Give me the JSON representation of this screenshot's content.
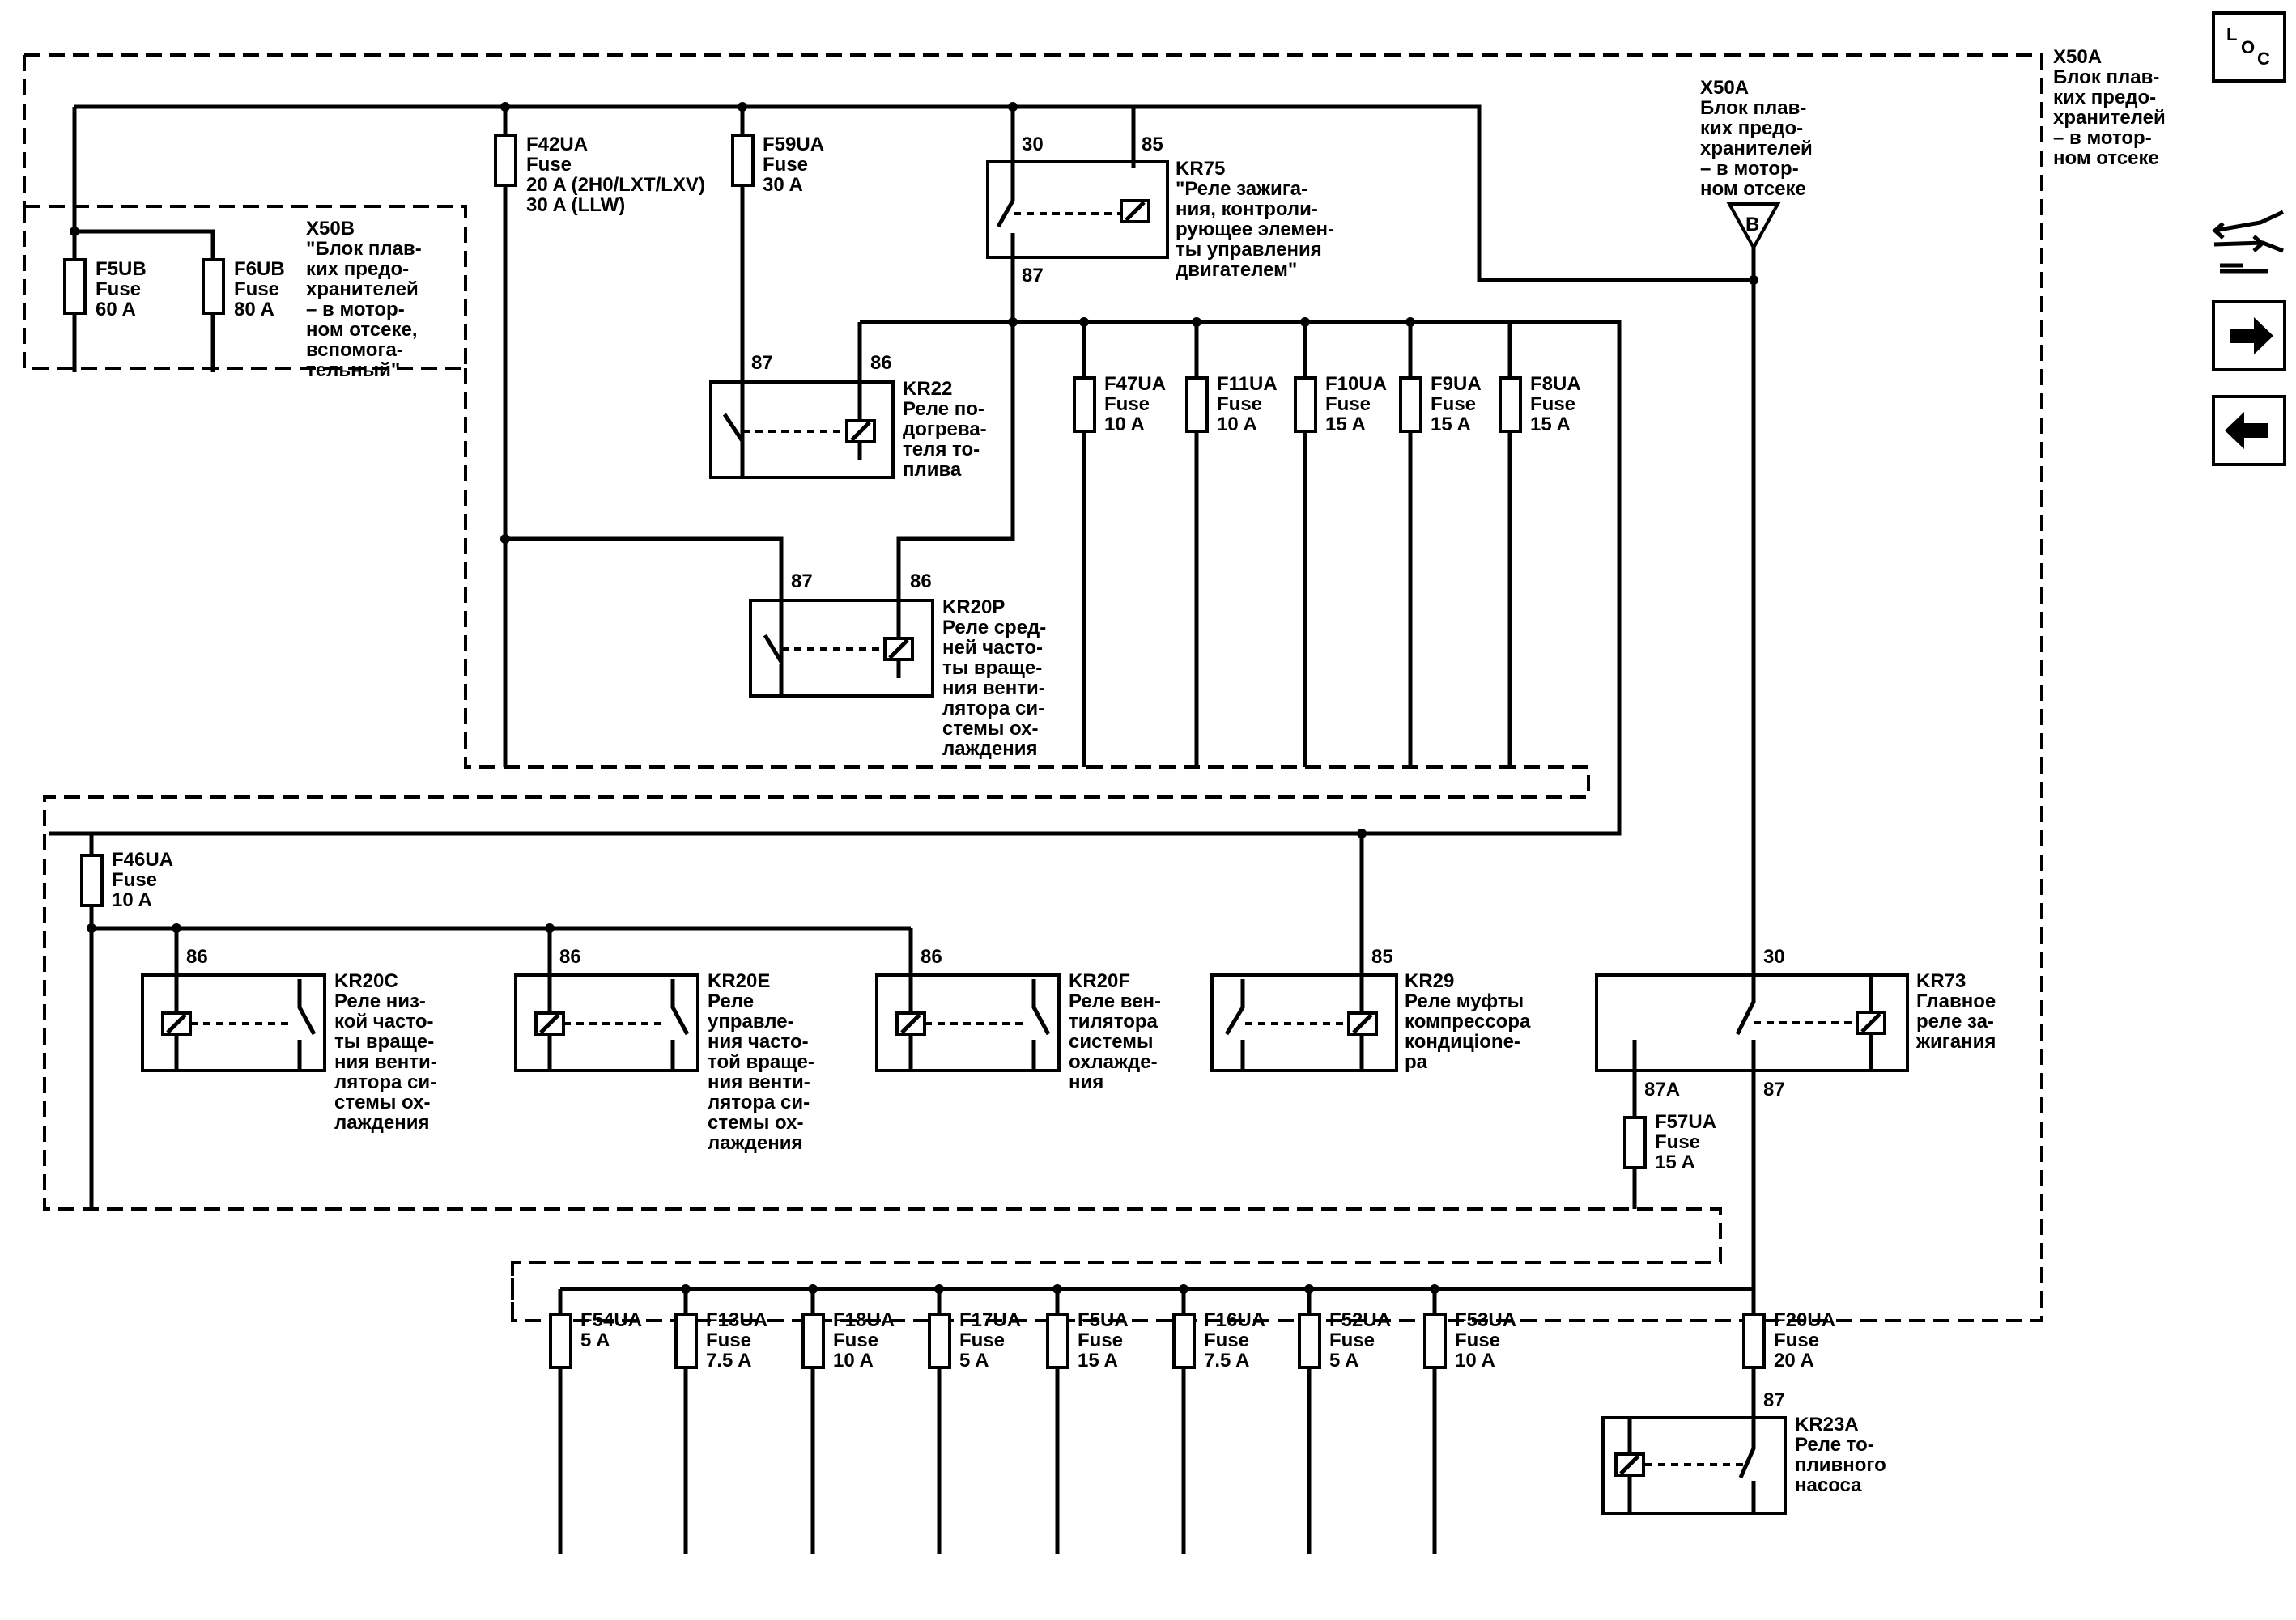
{
  "nav": {
    "loc": {
      "l": "L",
      "o": "O",
      "c": "C"
    },
    "icons": [
      "connector-wrench-icon",
      "forward-arrow-icon",
      "back-arrow-icon"
    ]
  },
  "enclosures": {
    "x50a": {
      "lines": [
        "X50A",
        "Блок плав-",
        "ких предо-",
        "хранителей",
        "– в мотор-",
        "ном отсеке"
      ]
    },
    "x50b": {
      "lines": [
        "X50B",
        "\"Блок плав-",
        "ких предо-",
        "хранителей",
        "– в мотор-",
        "ном отсеке,",
        "вспомога-",
        "тельный\""
      ]
    },
    "x50a_conn": {
      "lines": [
        "X50A",
        "Блок плав-",
        "ких предо-",
        "хранителей",
        "– в мотор-",
        "ном отсеке"
      ],
      "pin": "B"
    }
  },
  "fuses": {
    "f5ub": {
      "lines": [
        "F5UB",
        "Fuse",
        "60 A"
      ]
    },
    "f6ub": {
      "lines": [
        "F6UB",
        "Fuse",
        "80 A"
      ]
    },
    "f42ua": {
      "lines": [
        "F42UA",
        "Fuse",
        "20 A (2H0/LXT/LXV)",
        "30 A (LLW)"
      ]
    },
    "f59ua": {
      "lines": [
        "F59UA",
        "Fuse",
        "30 A"
      ]
    },
    "f47ua": {
      "lines": [
        "F47UA",
        "Fuse",
        "10 A"
      ]
    },
    "f11ua": {
      "lines": [
        "F11UA",
        "Fuse",
        "10 A"
      ]
    },
    "f10ua": {
      "lines": [
        "F10UA",
        "Fuse",
        "15 A"
      ]
    },
    "f9ua": {
      "lines": [
        "F9UA",
        "Fuse",
        "15 A"
      ]
    },
    "f8ua": {
      "lines": [
        "F8UA",
        "Fuse",
        "15 A"
      ]
    },
    "f46ua": {
      "lines": [
        "F46UA",
        "Fuse",
        "10 A"
      ]
    },
    "f57ua": {
      "lines": [
        "F57UA",
        "Fuse",
        "15 A"
      ]
    },
    "f54ua": {
      "lines": [
        "F54UA",
        "5 A"
      ]
    },
    "f13ua": {
      "lines": [
        "F13UA",
        "Fuse",
        "7.5 A"
      ]
    },
    "f18ua": {
      "lines": [
        "F18UA",
        "Fuse",
        "10 A"
      ]
    },
    "f17ua": {
      "lines": [
        "F17UA",
        "Fuse",
        "5 A"
      ]
    },
    "f5ua": {
      "lines": [
        "F5UA",
        "Fuse",
        "15 A"
      ]
    },
    "f16ua": {
      "lines": [
        "F16UA",
        "Fuse",
        "7.5 A"
      ]
    },
    "f52ua": {
      "lines": [
        "F52UA",
        "Fuse",
        "5 A"
      ]
    },
    "f53ua": {
      "lines": [
        "F53UA",
        "Fuse",
        "10 A"
      ]
    },
    "f20ua": {
      "lines": [
        "F20UA",
        "Fuse",
        "20 A"
      ]
    }
  },
  "relays": {
    "kr75": {
      "pins": [
        "30",
        "85",
        "87"
      ],
      "lines": [
        "KR75",
        "\"Реле зажига-",
        "ния, контроли-",
        "рующее элемен-",
        "ты управления",
        "двигателем\""
      ]
    },
    "kr22": {
      "pins": [
        "87",
        "86"
      ],
      "lines": [
        "KR22",
        "Реле по-",
        "догрева-",
        "теля то-",
        "плива"
      ]
    },
    "kr20p": {
      "pins": [
        "87",
        "86"
      ],
      "lines": [
        "KR20P",
        "Реле сред-",
        "ней часто-",
        "ты враще-",
        "ния венти-",
        "лятора си-",
        "стемы ох-",
        "лаждения"
      ]
    },
    "kr20c": {
      "pins": [
        "86"
      ],
      "lines": [
        "KR20C",
        "Реле низ-",
        "кой часто-",
        "ты враще-",
        "ния венти-",
        "лятора си-",
        "стемы ох-",
        "лаждения"
      ]
    },
    "kr20e": {
      "pins": [
        "86"
      ],
      "lines": [
        "KR20E",
        "Реле",
        "управле-",
        "ния часто-",
        "той враще-",
        "ния венти-",
        "лятора си-",
        "стемы ох-",
        "лаждения"
      ]
    },
    "kr20f": {
      "pins": [
        "86"
      ],
      "lines": [
        "KR20F",
        "Реле вен-",
        "тилятора",
        "системы",
        "охлажде-",
        "ния"
      ]
    },
    "kr29": {
      "pins": [
        "85"
      ],
      "lines": [
        "KR29",
        "Реле муфты",
        "компрессора",
        "кондицione-",
        "ра"
      ]
    },
    "kr73": {
      "pins": [
        "30",
        "87A",
        "87"
      ],
      "lines": [
        "KR73",
        "Главное",
        "реле за-",
        "жигания"
      ]
    },
    "kr23a": {
      "pins": [
        "87"
      ],
      "lines": [
        "KR23A",
        "Реле то-",
        "пливного",
        "насоса"
      ]
    }
  }
}
